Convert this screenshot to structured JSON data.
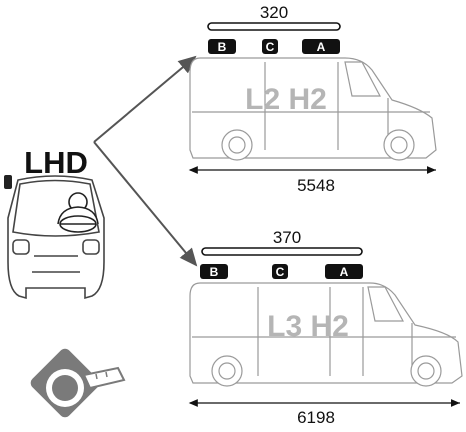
{
  "drive_label": "LHD",
  "vans": [
    {
      "model_label": "L2 H2",
      "rack_length": "320",
      "overall_length": "5548",
      "zones": [
        "B",
        "C",
        "A"
      ]
    },
    {
      "model_label": "L3 H2",
      "rack_length": "370",
      "overall_length": "6198",
      "zones": [
        "B",
        "C",
        "A"
      ]
    }
  ],
  "colors": {
    "badge_fill": "#111111",
    "van_line": "#9a9a9a",
    "model_text": "#b5b5b5",
    "icon_gray": "#7a7a7a",
    "arrow": "#555555"
  },
  "icons": [
    "steering-wheel-icon",
    "tape-measure-icon"
  ]
}
